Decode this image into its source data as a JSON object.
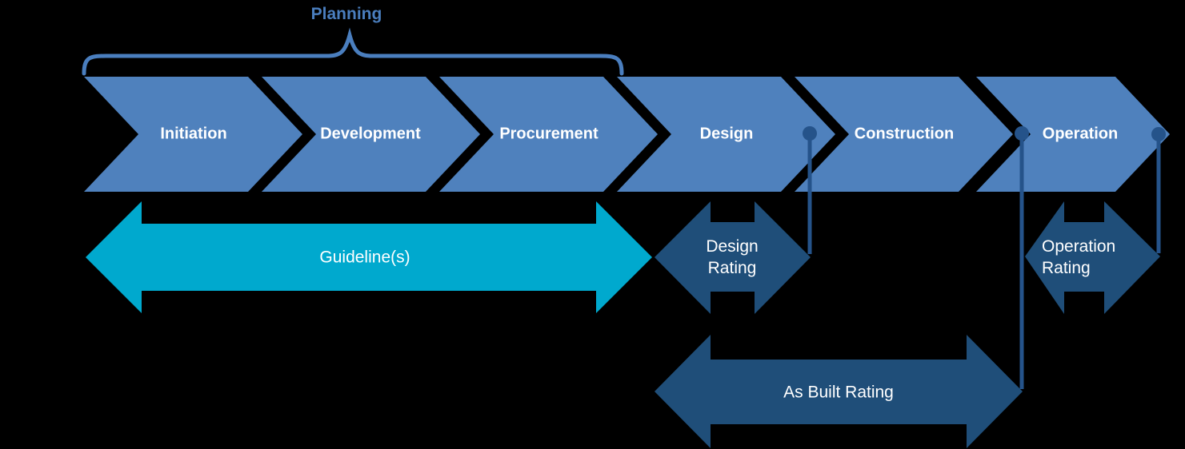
{
  "diagram": {
    "planning_label": "Planning",
    "phases": [
      {
        "label": "Initiation"
      },
      {
        "label": "Development"
      },
      {
        "label": "Procurement"
      },
      {
        "label": "Design"
      },
      {
        "label": "Construction"
      },
      {
        "label": "Operation"
      }
    ],
    "arrows": {
      "guideline_label": "Guideline(s)",
      "design_rating_label": "Design\nRating",
      "operation_rating_label": "Operation\nRating",
      "as_built_rating_label": "As Built Rating"
    },
    "colors": {
      "background": "#000000",
      "phase_fill": "#4F81BD",
      "planning_accent": "#4A7EBE",
      "guideline_fill": "#00A9CE",
      "rating_fill": "#1F4E79",
      "connector": "#25538A",
      "label_text": "#FFFFFF"
    }
  }
}
